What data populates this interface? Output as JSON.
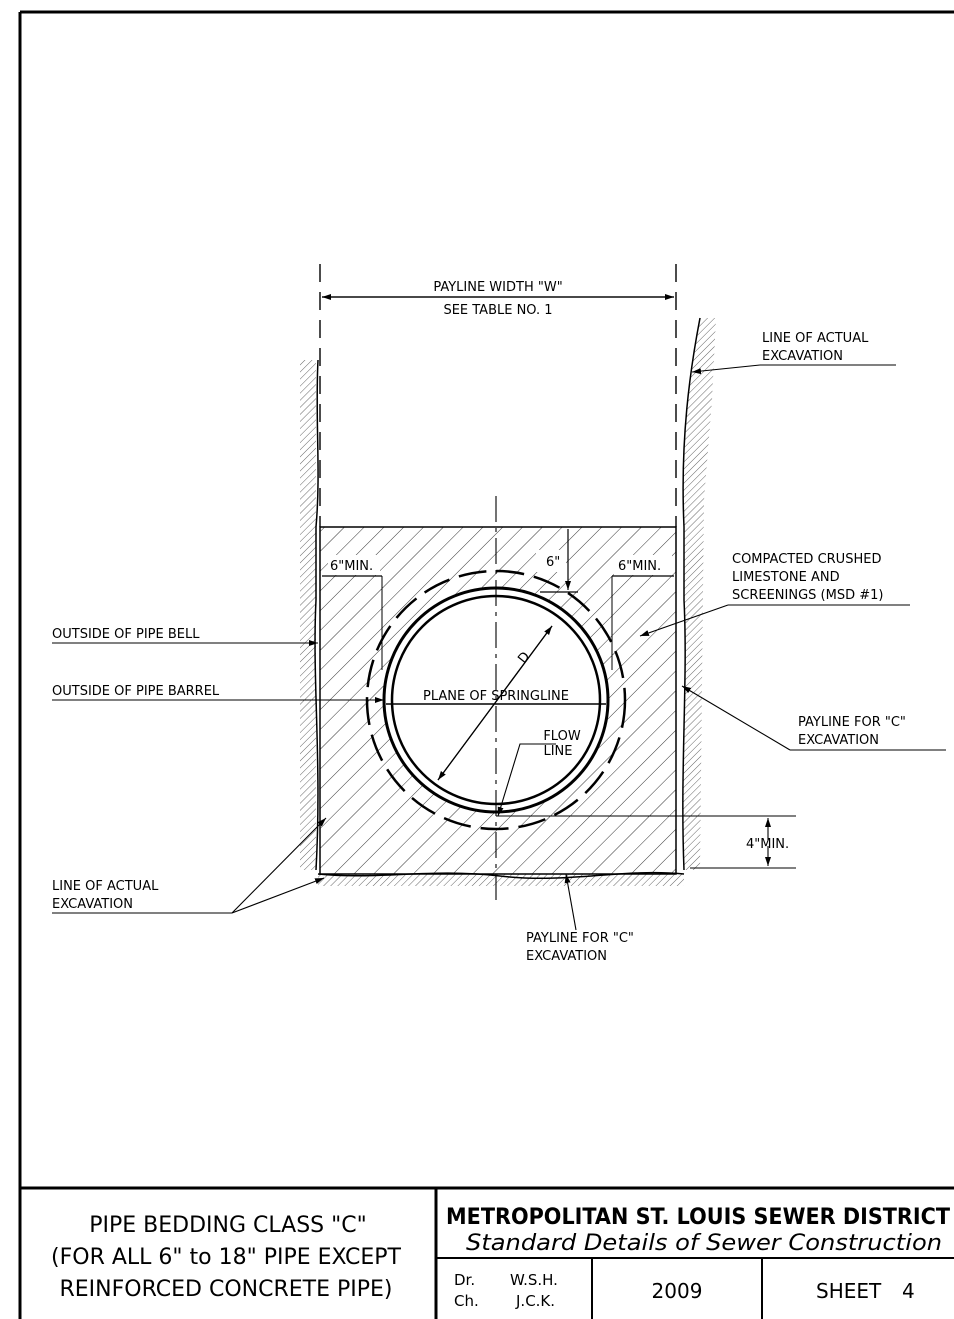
{
  "drawing": {
    "labels": {
      "payline_width": "PAYLINE WIDTH \"W\"",
      "see_table": "SEE TABLE NO. 1",
      "line_actual_exc_top_1": "LINE OF ACTUAL",
      "line_actual_exc_top_2": "EXCAVATION",
      "compacted_1": "COMPACTED CRUSHED",
      "compacted_2": "LIMESTONE AND",
      "compacted_3": "SCREENINGS (MSD #1)",
      "min_left": "6\"MIN.",
      "six_inch": "6\"",
      "min_right": "6\"MIN.",
      "outside_bell": "OUTSIDE OF PIPE BELL",
      "outside_barrel": "OUTSIDE OF PIPE BARREL",
      "springline": "PLANE OF SPRINGLINE",
      "diameter": "D",
      "flow_1": "FLOW",
      "flow_2": "LINE",
      "payline_c_right_1": "PAYLINE FOR \"C\"",
      "payline_c_right_2": "EXCAVATION",
      "four_min": "4\"MIN.",
      "line_actual_exc_bot_1": "LINE OF ACTUAL",
      "line_actual_exc_bot_2": "EXCAVATION",
      "payline_c_bottom_1": "PAYLINE FOR \"C\"",
      "payline_c_bottom_2": "EXCAVATION"
    }
  },
  "title_block": {
    "title_1": "PIPE BEDDING CLASS \"C\"",
    "title_2": "(FOR ALL 6\" to 18\" PIPE EXCEPT",
    "title_3": "REINFORCED CONCRETE PIPE)",
    "organization": "METROPOLITAN ST. LOUIS SEWER DISTRICT",
    "subtitle": "Standard Details of Sewer Construction",
    "drawn_label": "Dr.",
    "drawn_by": "W.S.H.",
    "checked_label": "Ch.",
    "checked_by": "J.C.K.",
    "year": "2009",
    "sheet_label": "SHEET",
    "sheet_number": "4"
  }
}
